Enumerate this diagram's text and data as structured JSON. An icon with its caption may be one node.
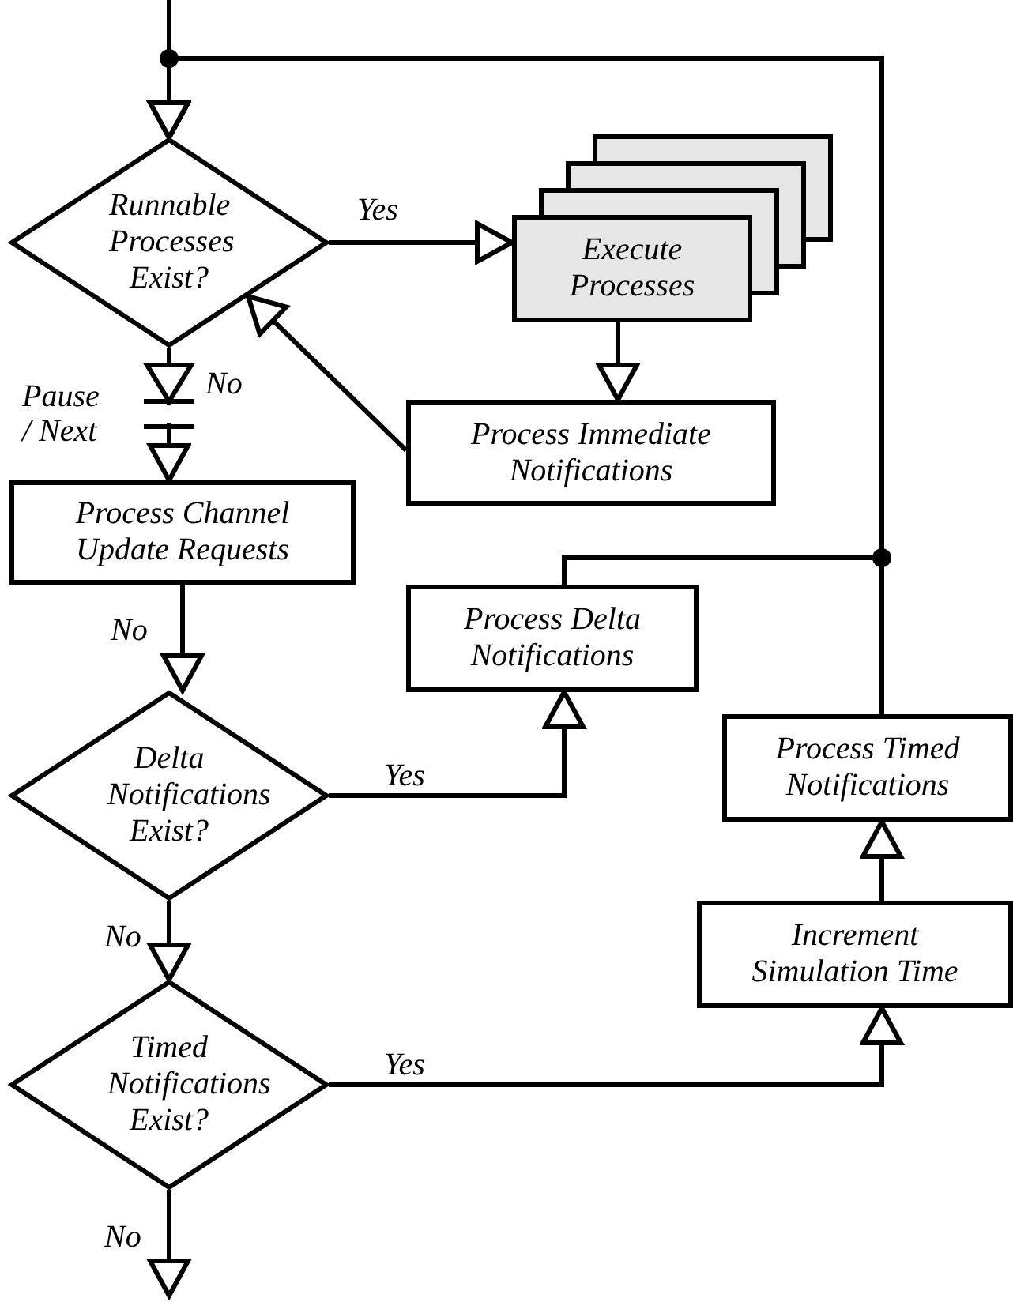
{
  "diagram": {
    "nodes": [
      {
        "text": [
          "Runnable Processes Exist?"
        ]
      },
      {
        "text": [
          "Execute Processes"
        ]
      },
      {
        "text": [
          "Process Immediate Notifications"
        ]
      },
      {
        "text": [
          "Process Channel Update Requests"
        ]
      },
      {
        "text": [
          "Process Delta Notifications"
        ]
      },
      {
        "text": [
          "Delta Notifications Exist?"
        ]
      },
      {
        "text": [
          "Process Timed Notifications"
        ]
      },
      {
        "text": [
          "Increment Simulation Time"
        ]
      },
      {
        "text": [
          "Timed Notifications Exist?"
        ]
      }
    ],
    "edges": [
      {
        "from": null,
        "to": 0,
        "arrow": "to"
      },
      {
        "from": 0,
        "to": 1,
        "arrow": "to",
        "label": "Yes"
      },
      {
        "from": 1,
        "to": 2,
        "arrow": "to"
      },
      {
        "from": 2,
        "to": 0,
        "arrow": "to"
      },
      {
        "from": 0,
        "to": 3,
        "arrow": "to",
        "label": "No"
      },
      {
        "from": 3,
        "to": 5,
        "arrow": "to",
        "label": "No"
      },
      {
        "from": 5,
        "to": 4,
        "arrow": "to",
        "label": "Yes"
      },
      {
        "from": 5,
        "to": 8,
        "arrow": "to",
        "label": "No"
      },
      {
        "from": 8,
        "to": 7,
        "arrow": "to",
        "label": "Yes"
      },
      {
        "from": 7,
        "to": 6,
        "arrow": "to"
      },
      {
        "from": 6,
        "to": 0,
        "arrow": "to"
      },
      {
        "from": 4,
        "to": 0,
        "arrow": "to"
      },
      {
        "from": 8,
        "to": null,
        "arrow": "to",
        "label": "No"
      }
    ],
    "labels": [
      "Pause / Next"
    ]
  }
}
